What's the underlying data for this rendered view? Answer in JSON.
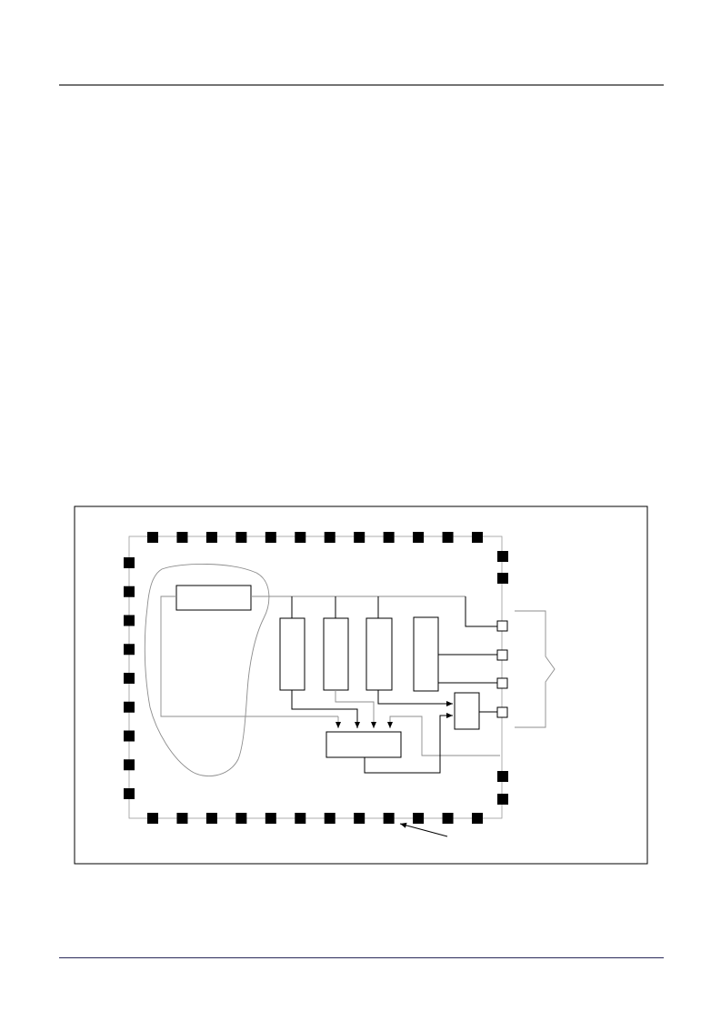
{
  "page": {
    "header_rule": true,
    "footer_rule": true,
    "colors": {
      "frame": "#000000",
      "pad_fill": "#000000",
      "outline_grey": "#8c8c8c",
      "footer_rule": "#2a2a5a"
    }
  },
  "diagram": {
    "frame": true,
    "chip_outline": "dotted-grey",
    "pads": {
      "top_count": 12,
      "bottom_count": 12,
      "left_count": 9,
      "right_top_count": 2,
      "right_bottom_count": 2,
      "pad_style": "filled-square"
    },
    "io_ports": {
      "count": 4,
      "pad_style": "open-square"
    },
    "blocks": [
      {
        "id": "left-module",
        "kind": "horizontal"
      },
      {
        "id": "column-1",
        "kind": "vertical"
      },
      {
        "id": "column-2",
        "kind": "vertical"
      },
      {
        "id": "column-3",
        "kind": "vertical"
      },
      {
        "id": "column-4",
        "kind": "vertical"
      },
      {
        "id": "small-block",
        "kind": "square"
      },
      {
        "id": "bottom-block",
        "kind": "horizontal"
      }
    ],
    "region": {
      "kind": "freeform-outline"
    },
    "brace": {
      "side": "right",
      "groups_ports": 4
    },
    "pointer_arrow": {
      "points_to": "bottom-pad-row"
    }
  }
}
